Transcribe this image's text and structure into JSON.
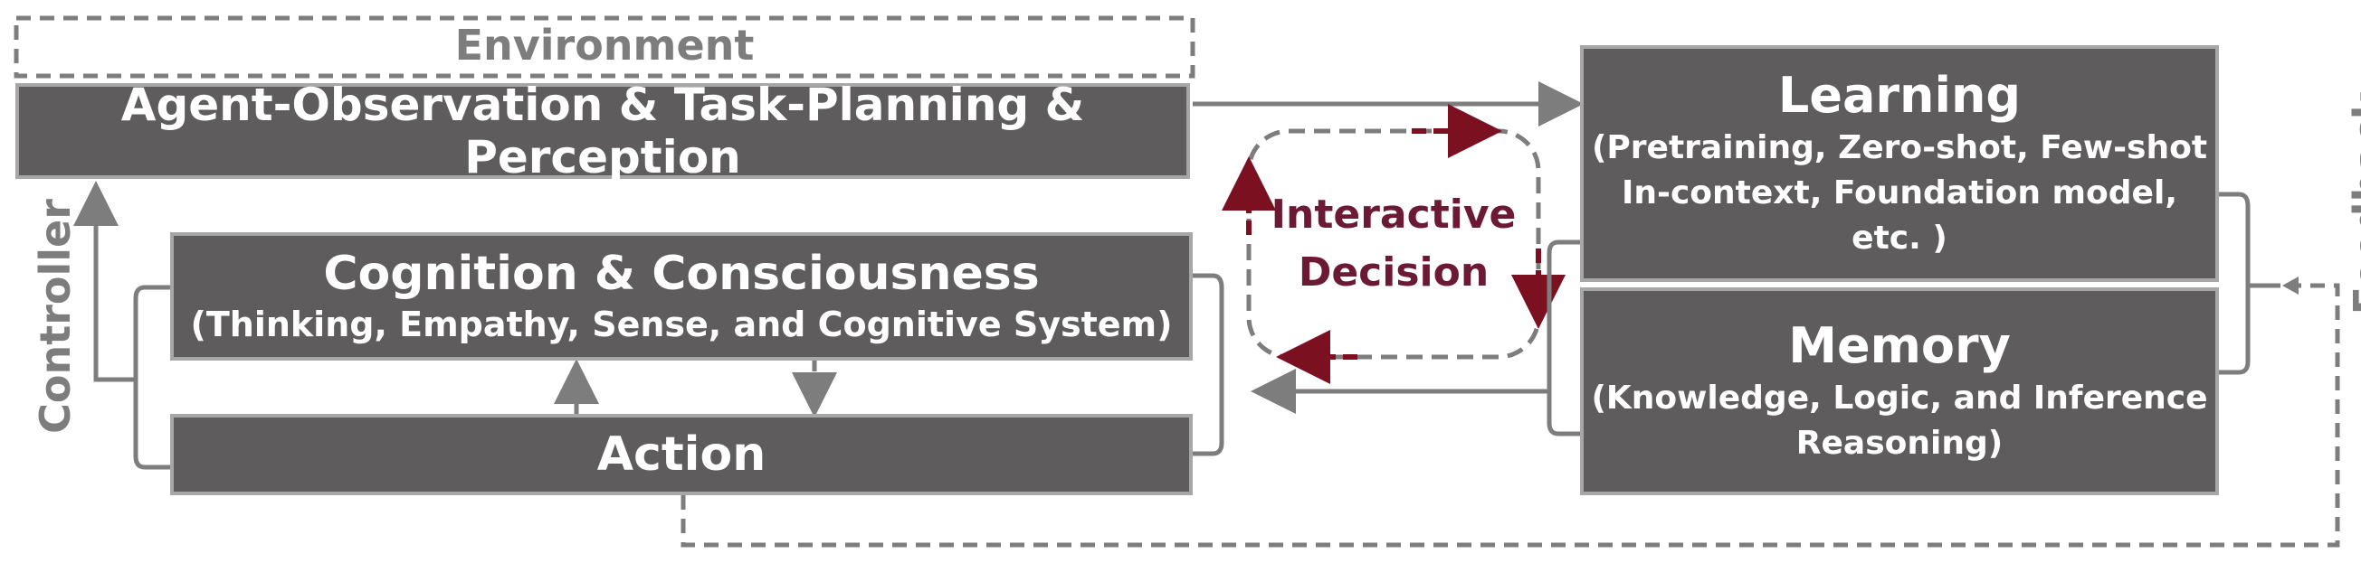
{
  "environment": {
    "label": "Environment"
  },
  "observation": {
    "label": "Agent-Observation & Task-Planning & Perception"
  },
  "cognition": {
    "title": "Cognition & Consciousness",
    "subtitle": "(Thinking, Empathy, Sense, and Cognitive System)"
  },
  "action": {
    "label": "Action"
  },
  "learning": {
    "title": "Learning",
    "subtitle": "(Pretraining, Zero-shot, Few-shot\nIn-context, Foundation model,\netc. )"
  },
  "memory": {
    "title": "Memory",
    "subtitle": "(Knowledge, Logic, and Inference\nReasoning)"
  },
  "decision": {
    "label": "Interactive\nDecision"
  },
  "controller": {
    "label": "Controller"
  },
  "feedback": {
    "label": "Feedback"
  },
  "colors": {
    "box_fill": "#5f5c5d",
    "box_border": "#a7a7a7",
    "line": "#7d7d7d",
    "decision_accent": "#7a1020",
    "decision_text": "#6c1a34"
  }
}
